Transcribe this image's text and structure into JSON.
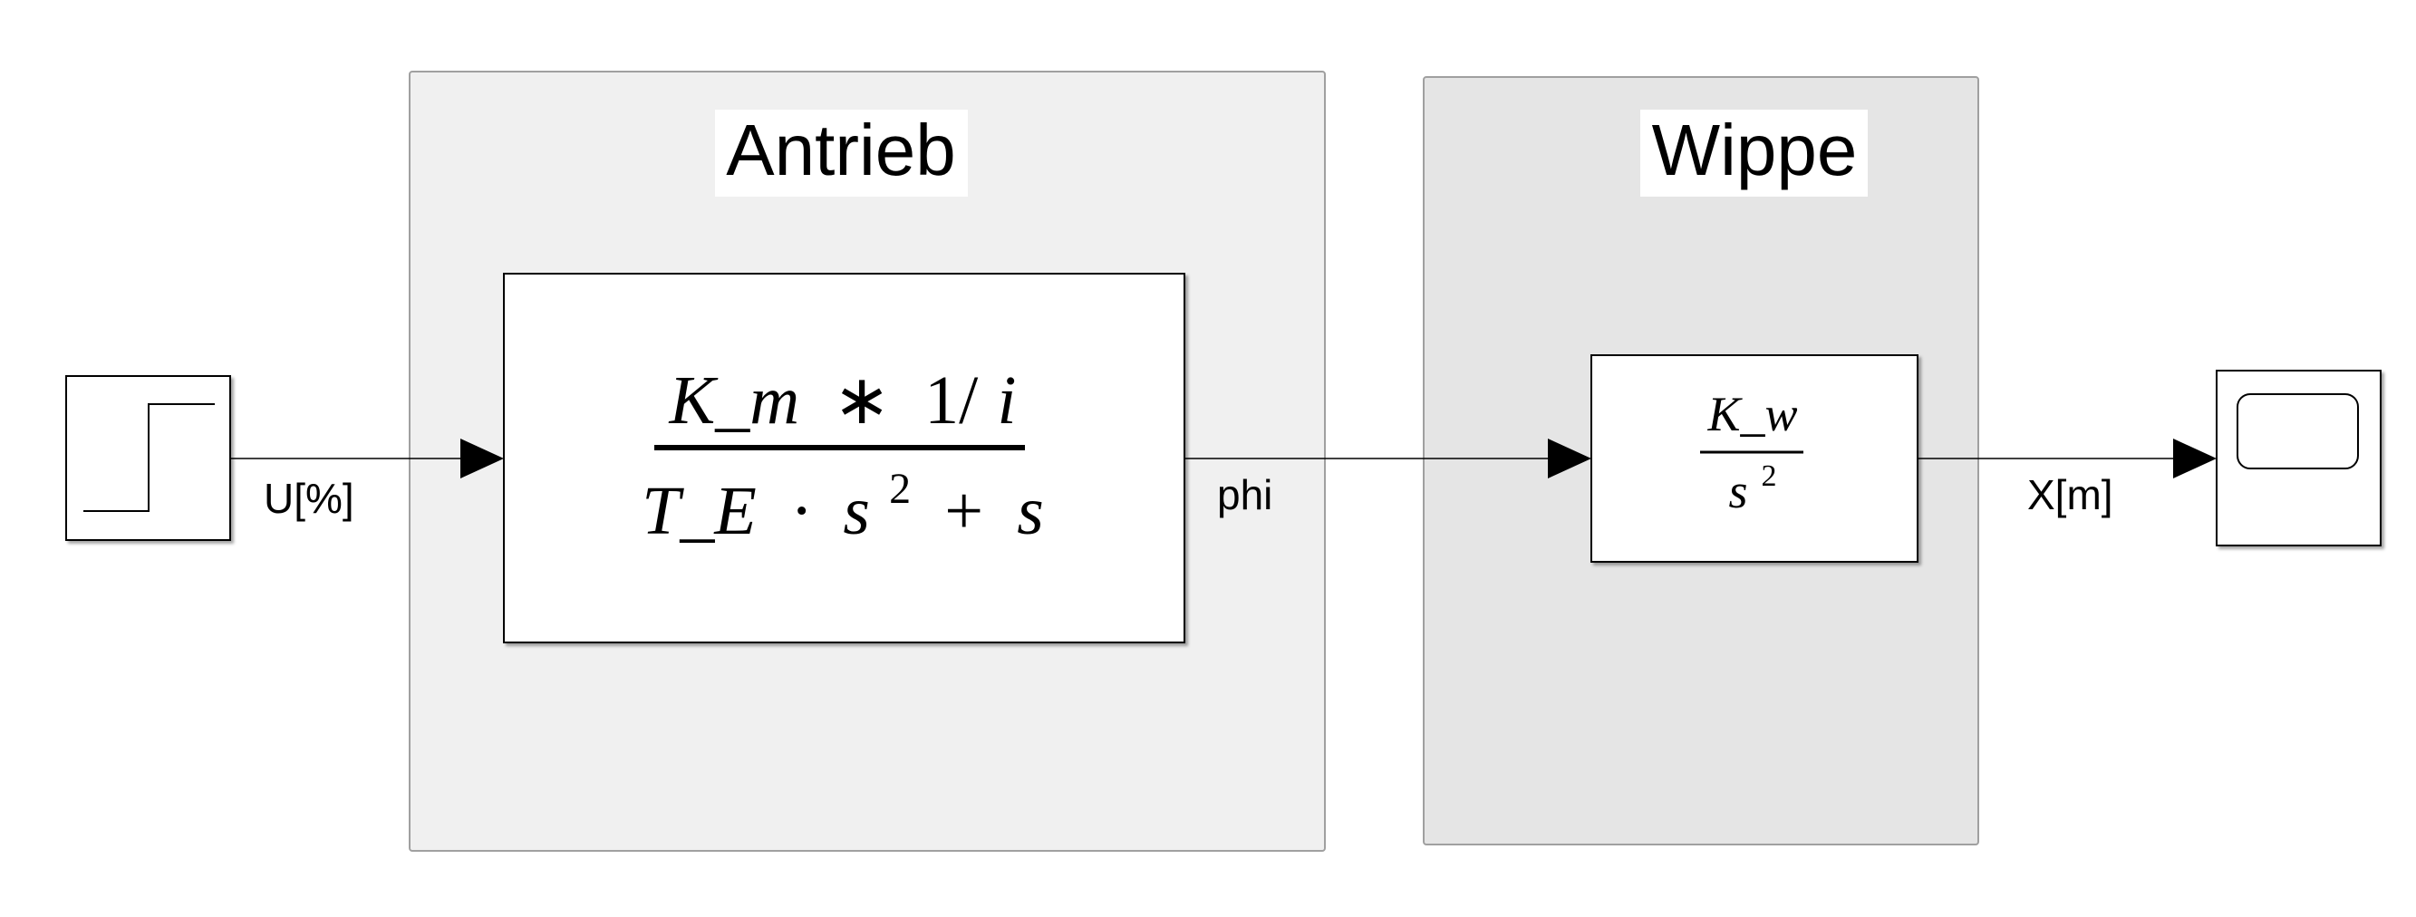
{
  "subsystems": {
    "antrieb": {
      "title": "Antrieb"
    },
    "wippe": {
      "title": "Wippe"
    }
  },
  "signals": {
    "input": "U[%]",
    "middle": "phi",
    "output": "X[m]"
  },
  "transfer_functions": {
    "antrieb": {
      "num_a": "K_m",
      "num_op": "∗",
      "num_b": "1/",
      "num_c": "i",
      "den_a": "T_E",
      "den_op": "·",
      "den_b": "s",
      "den_exp": "2",
      "den_plus": "+",
      "den_c": "s"
    },
    "wippe": {
      "num": "K_w",
      "den": "s",
      "den_exp": "2"
    }
  },
  "colors": {
    "antrieb_bg": "#f0f0f0",
    "wippe_bg": "#e5e5e5",
    "line": "#000000",
    "panel_border": "#a0a0a0"
  },
  "blocks": {
    "source": "step-icon",
    "sink": "scope-icon"
  }
}
